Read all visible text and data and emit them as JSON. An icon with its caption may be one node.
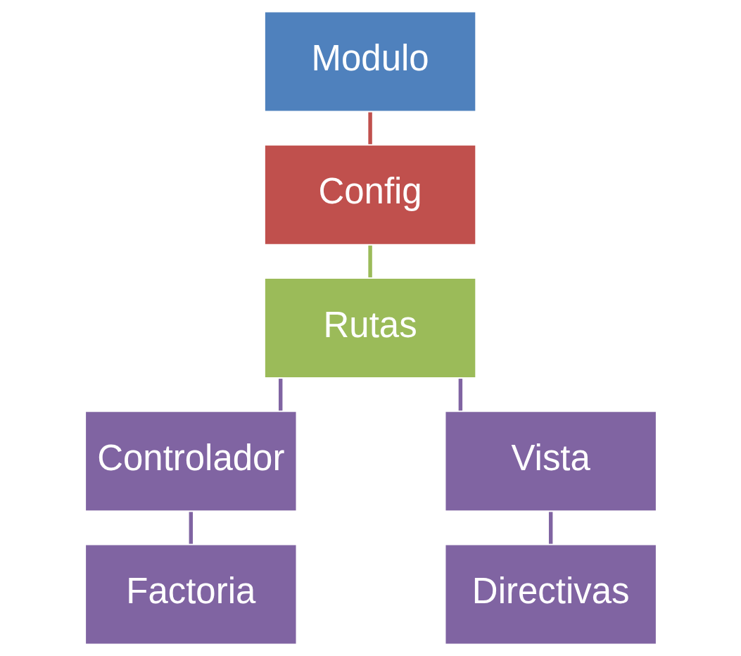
{
  "diagram": {
    "nodes": [
      {
        "text": [
          "Modulo"
        ]
      },
      {
        "text": [
          "Config"
        ]
      },
      {
        "text": [
          "Rutas"
        ]
      },
      {
        "text": [
          "Controlador"
        ]
      },
      {
        "text": [
          "Vista"
        ]
      },
      {
        "text": [
          "Factoria"
        ]
      },
      {
        "text": [
          "Directivas"
        ]
      }
    ],
    "edges": [
      {
        "from": 0,
        "to": 1,
        "arrow": "none",
        "color": "#c0504d"
      },
      {
        "from": 1,
        "to": 2,
        "arrow": "none",
        "color": "#9bbb59"
      },
      {
        "from": 2,
        "to": 3,
        "arrow": "none"
      },
      {
        "from": 2,
        "to": 4,
        "arrow": "none"
      },
      {
        "from": 3,
        "to": 5,
        "arrow": "none"
      },
      {
        "from": 4,
        "to": 6,
        "arrow": "none"
      }
    ]
  }
}
